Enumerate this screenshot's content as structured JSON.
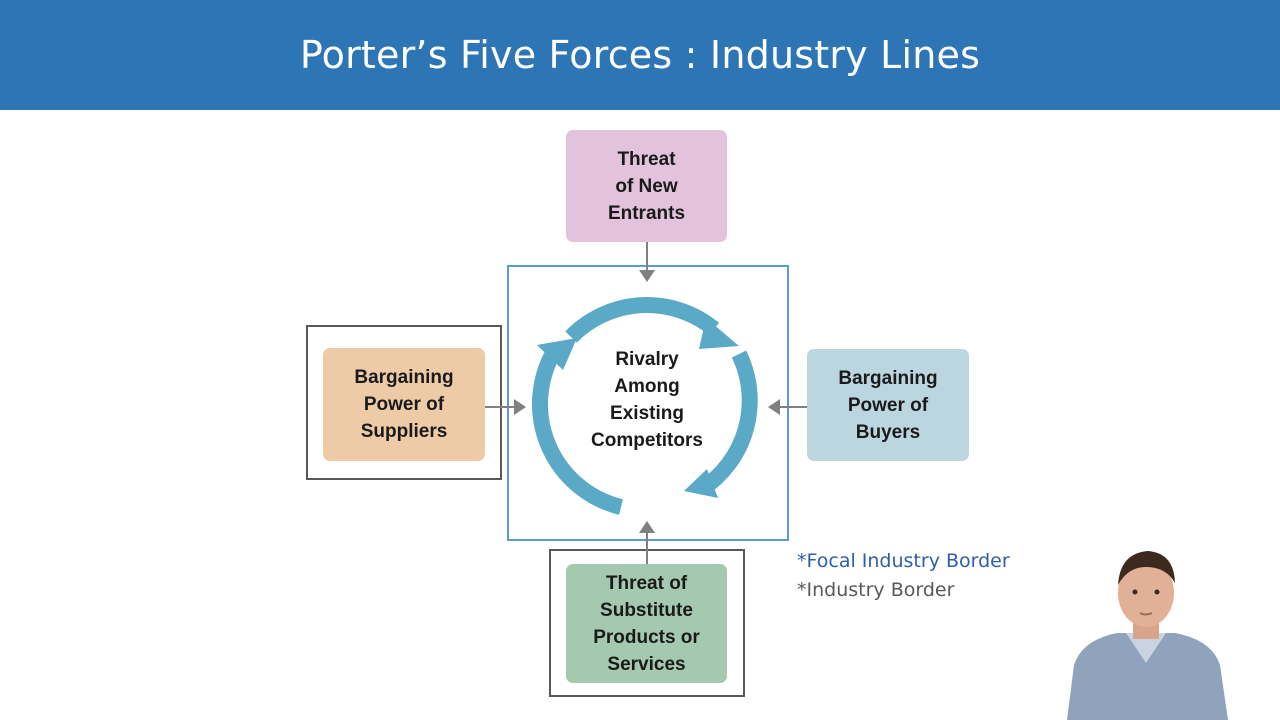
{
  "slide": {
    "title": "Porter’s Five Forces : Industry Lines"
  },
  "diagram": {
    "center": "Rivalry\nAmong\nExisting\nCompetitors",
    "top": "Threat\nof New\nEntrants",
    "left": "Bargaining\nPower of\nSuppliers",
    "right": "Bargaining\nPower of\nBuyers",
    "bottom": "Threat of\nSubstitute\nProducts or\nServices"
  },
  "legend": {
    "focal": "*Focal Industry Border",
    "industry": "*Industry Border"
  },
  "colors": {
    "header": "#2e75b6",
    "top_box": "#e3c3dc",
    "left_box": "#eecba7",
    "right_box": "#bcd6e0",
    "bottom_box": "#a5c9ae",
    "cycle_arrows": "#5aa9c6",
    "focal_border": "#5b9bd5",
    "industry_border": "#595959",
    "legend_focal_text": "#2e5fa8",
    "legend_industry_text": "#595959"
  },
  "presenter": {
    "icon": "presenter-video-thumbnail"
  }
}
